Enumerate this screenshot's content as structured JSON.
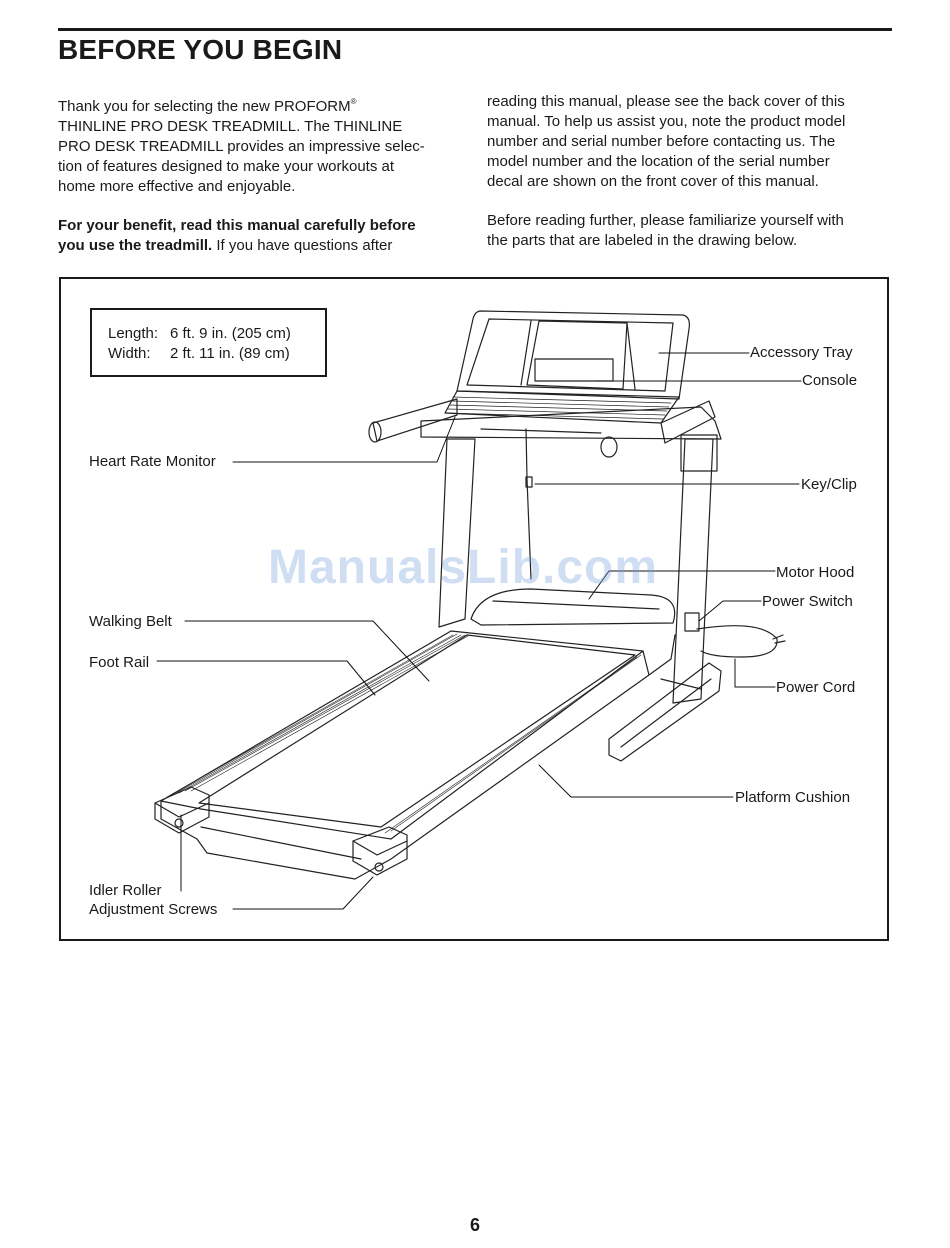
{
  "heading": "BEFORE YOU BEGIN",
  "intro": {
    "left": {
      "p1_lines": [
        "Thank you for selecting the new PROFORM",
        "THINLINE PRO DESK TREADMILL. The THINLINE",
        "PRO DESK TREADMILL provides an impressive selec-",
        "tion of features designed to make your workouts at",
        "home more effective and enjoyable."
      ],
      "registered_mark": "®",
      "p2_bold_1": "For your benefit, read this manual carefully before",
      "p2_bold_2": "you use the treadmill.",
      "p2_rest": " If you have questions after"
    },
    "right": {
      "p1_lines": [
        "reading this manual, please see the back cover of this",
        "manual. To help us assist you, note the product model",
        "number and serial number before contacting us. The",
        "model number and the location of the serial number",
        "decal are shown on the front cover of this manual."
      ],
      "p2_lines": [
        "Before reading further, please familiarize yourself with",
        "the parts that are labeled in the drawing below."
      ]
    }
  },
  "dimensions": {
    "length_key": "Length:",
    "length_value": "6 ft. 9 in. (205 cm)",
    "width_key": "Width:",
    "width_value": "2 ft. 11 in. (89 cm)"
  },
  "labels": {
    "accessory_tray": "Accessory Tray",
    "console": "Console",
    "heart_rate_monitor": "Heart Rate Monitor",
    "key_clip": "Key/Clip",
    "motor_hood": "Motor Hood",
    "power_switch": "Power Switch",
    "walking_belt": "Walking Belt",
    "foot_rail": "Foot Rail",
    "power_cord": "Power Cord",
    "platform_cushion": "Platform Cushion",
    "idler_roller_1": "Idler Roller",
    "idler_roller_2": "Adjustment Screws"
  },
  "watermark": "ManualsLib.com",
  "page_number": "6"
}
